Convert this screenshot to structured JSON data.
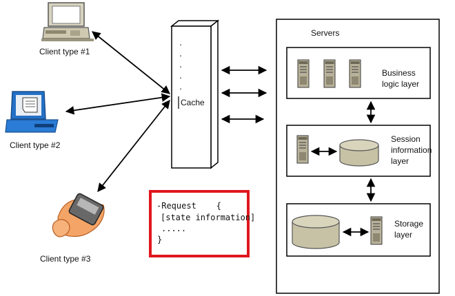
{
  "clients": [
    {
      "label": "Client type #1",
      "icon": "desktop-computer-icon"
    },
    {
      "label": "Client type #2",
      "icon": "laptop-computer-icon"
    },
    {
      "label": "Client type #3",
      "icon": "handheld-device-icon"
    }
  ],
  "cache": {
    "label": "Cache",
    "dots": ".\n.\n.\n.\n.\n."
  },
  "servers": {
    "title": "Servers",
    "layers": [
      {
        "line1": "Business",
        "line2": "logic layer",
        "line3": ""
      },
      {
        "line1": "Session",
        "line2": "information",
        "line3": "layer"
      },
      {
        "line1": "Storage",
        "line2": "layer",
        "line3": ""
      }
    ]
  },
  "request_box": {
    "line1": "-Request    {",
    "line2": "[state information]",
    "line3": ".....",
    "line4": "}",
    "border_color": "#e0161e"
  },
  "colors": {
    "server_tower": "#b9b29a",
    "database": "#c7c2a5",
    "arrow": "#000000"
  }
}
